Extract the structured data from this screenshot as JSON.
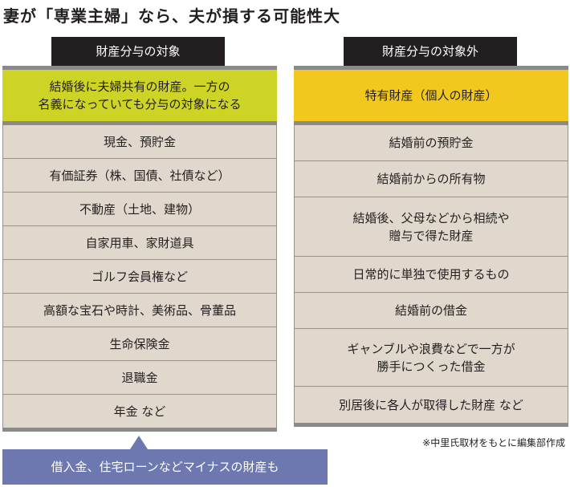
{
  "title": "妻が「専業主婦」なら、夫が損する可能性大",
  "left": {
    "header": "財産分与の対象",
    "highlight": [
      "結婚後に夫婦共有の財産。一方の",
      "名義になっていても分与の対象になる"
    ],
    "items": [
      "現金、預貯金",
      "有価証券（株、国債、社債など）",
      "不動産（土地、建物）",
      "自家用車、家財道具",
      "ゴルフ会員権など",
      "高額な宝石や時計、美術品、骨董品",
      "生命保険金",
      "退職金",
      "年金 など"
    ]
  },
  "right": {
    "header": "財産分与の対象外",
    "highlight": [
      "特有財産（個人の財産）"
    ],
    "items": [
      [
        "結婚前の預貯金"
      ],
      [
        "結婚前からの所有物"
      ],
      [
        "結婚後、父母などから相続や",
        "贈与で得た財産"
      ],
      [
        "日常的に単独で使用するもの"
      ],
      [
        "結婚前の借金"
      ],
      [
        "ギャンブルや浪費などで一方が",
        "勝手につくった借金"
      ],
      [
        "別居後に各人が取得した財産 など"
      ]
    ]
  },
  "callout": "借入金、住宅ローンなどマイナスの財産も",
  "note": "※中里氏取材をもとに編集部作成",
  "colors": {
    "left_highlight": "#cdd425",
    "right_highlight": "#f2c81e",
    "callout": "#6e78b0"
  }
}
